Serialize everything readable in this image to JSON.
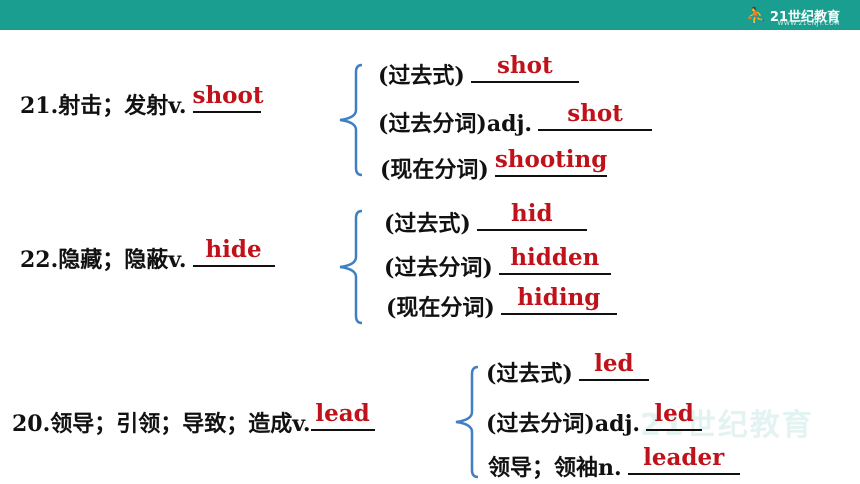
{
  "header": {
    "logo_text": "21世纪教育",
    "logo_sub": "WWW.21CNJY.COM"
  },
  "colors": {
    "answer": "#c0121a",
    "brace": "#3f7fc2",
    "header": "#1a9e8f"
  },
  "groups": [
    {
      "stem": {
        "prefix": "21.射击；发射v.",
        "answer": "shoot"
      },
      "forms": [
        {
          "label": "(过去式)",
          "answer": "shot"
        },
        {
          "label": "(过去分词)adj.",
          "answer": "shot"
        },
        {
          "label": "(现在分词)",
          "answer": "shooting"
        }
      ]
    },
    {
      "stem": {
        "prefix": "22.隐藏；隐蔽v.",
        "answer": "hide"
      },
      "forms": [
        {
          "label": "(过去式)",
          "answer": "hid"
        },
        {
          "label": "(过去分词)",
          "answer": "hidden"
        },
        {
          "label": "(现在分词)",
          "answer": "hiding"
        }
      ]
    },
    {
      "stem": {
        "prefix": "20.领导；引领；导致；造成v.",
        "answer": "lead"
      },
      "forms": [
        {
          "label": "(过去式)",
          "answer": "led"
        },
        {
          "label": "(过去分词)adj.",
          "answer": "led"
        },
        {
          "label": "领导；领袖n.",
          "answer": "leader"
        }
      ]
    }
  ]
}
